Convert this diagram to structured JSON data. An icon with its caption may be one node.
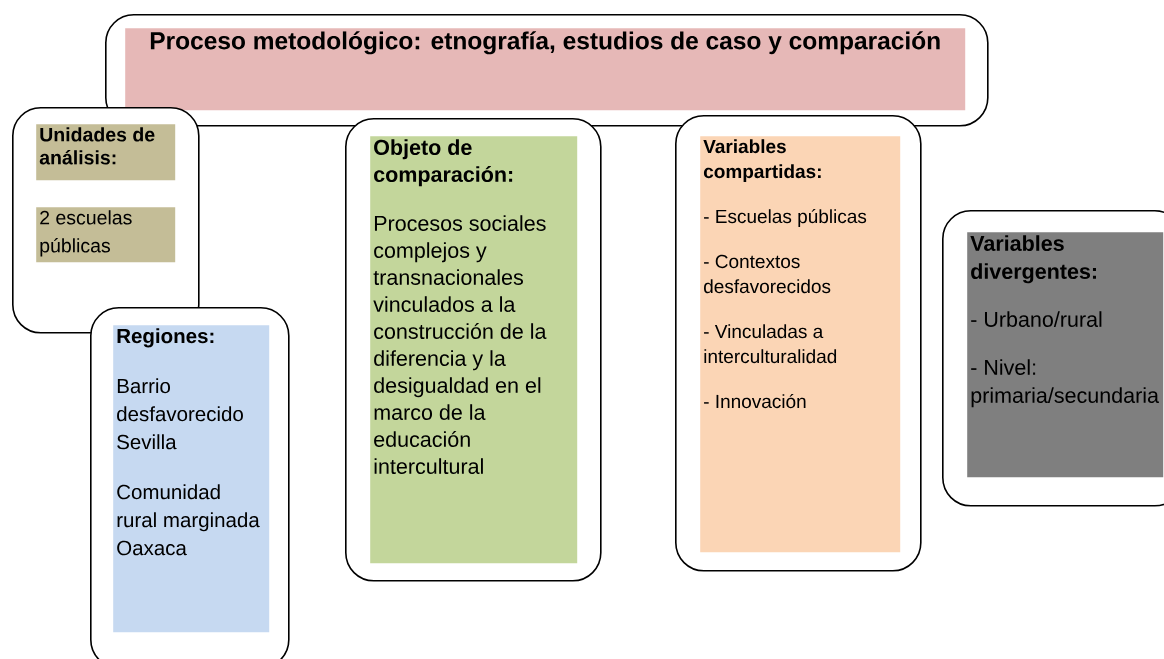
{
  "diagram": {
    "nodes": [
      {
        "text": [],
        "shape": "box"
      },
      {
        "text": [
          "Proceso metodológico: etnografía, estudios de caso y comparación"
        ],
        "in": 0
      },
      {
        "text": [],
        "shape": "box"
      },
      {
        "text": [
          "Unidades de análisis:"
        ],
        "in": 2
      },
      {
        "text": [
          "2 escuelas públicas"
        ],
        "in": 2
      },
      {
        "text": [],
        "shape": "box"
      },
      {
        "text": [
          "Regiones:",
          "Barrio desfavorecido Sevilla",
          "Comunidad rural marginada Oaxaca"
        ],
        "in": 5
      },
      {
        "text": [],
        "shape": "box"
      },
      {
        "text": [
          "Objeto de comparación:",
          "Procesos sociales complejos y transnacionales vinculados a la construcción de la diferencia y la desigualdad en el marco de la educación intercultural"
        ],
        "in": 7
      },
      {
        "text": [],
        "shape": "box"
      },
      {
        "text": [
          "Variables compartidas:",
          "- Escuelas públicas",
          "- Contextos desfavorecidos",
          "- Vinculadas a interculturalidad",
          "- Innovación"
        ],
        "in": 9
      },
      {
        "text": [],
        "shape": "box"
      },
      {
        "text": [
          "Variables divergentes:",
          "- Urbano/rural",
          "- Nivel: primaria/secundaria"
        ],
        "in": 11
      }
    ],
    "edges": []
  }
}
